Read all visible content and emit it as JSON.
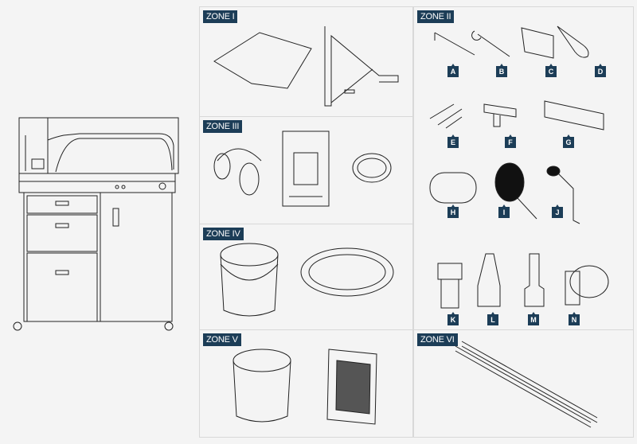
{
  "zones": {
    "z1": "ZONE I",
    "z2": "ZONE II",
    "z3": "ZONE III",
    "z4": "ZONE IV",
    "z5": "ZONE V",
    "z6": "ZONE VI"
  },
  "tags": [
    "A",
    "B",
    "C",
    "D",
    "E",
    "F",
    "G",
    "H",
    "I",
    "J",
    "K",
    "L",
    "M",
    "N"
  ],
  "colors": {
    "label_bg": "#1c3d57",
    "background": "#f4f4f4"
  }
}
